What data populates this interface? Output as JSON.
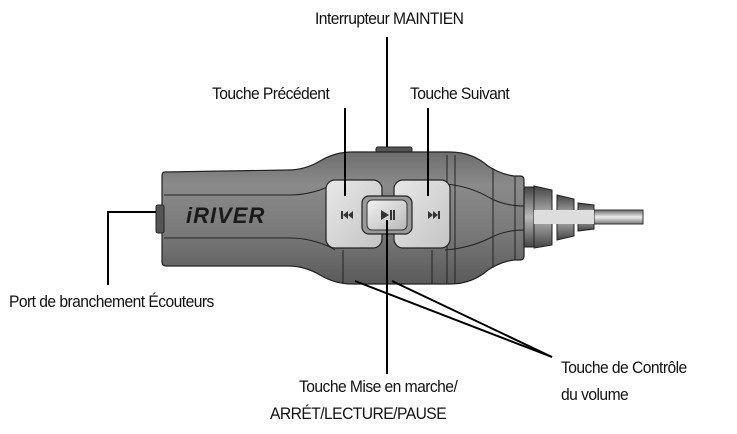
{
  "diagram": {
    "device_brand": "iRiver",
    "colors": {
      "body": "#7a7a7a",
      "body_dark": "#555555",
      "button_face": "#d6d6d6",
      "outline": "#222222",
      "leader_line": "#000000",
      "background": "#ffffff"
    },
    "labels": {
      "hold_switch": "Interrupteur MAINTIEN",
      "prev_button": "Touche Précédent",
      "next_button": "Touche Suivant",
      "earphone_port": "Port de branchement Écouteurs",
      "power_play_line1": "Touche Mise en marche/",
      "power_play_line2": "ARRÉT/LECTURE/PAUSE",
      "volume_line1": "Touche de Contrôle",
      "volume_line2": "du volume"
    },
    "button_icons": {
      "prev": "⏮",
      "play_pause": "⏯",
      "next": "⏭"
    }
  }
}
